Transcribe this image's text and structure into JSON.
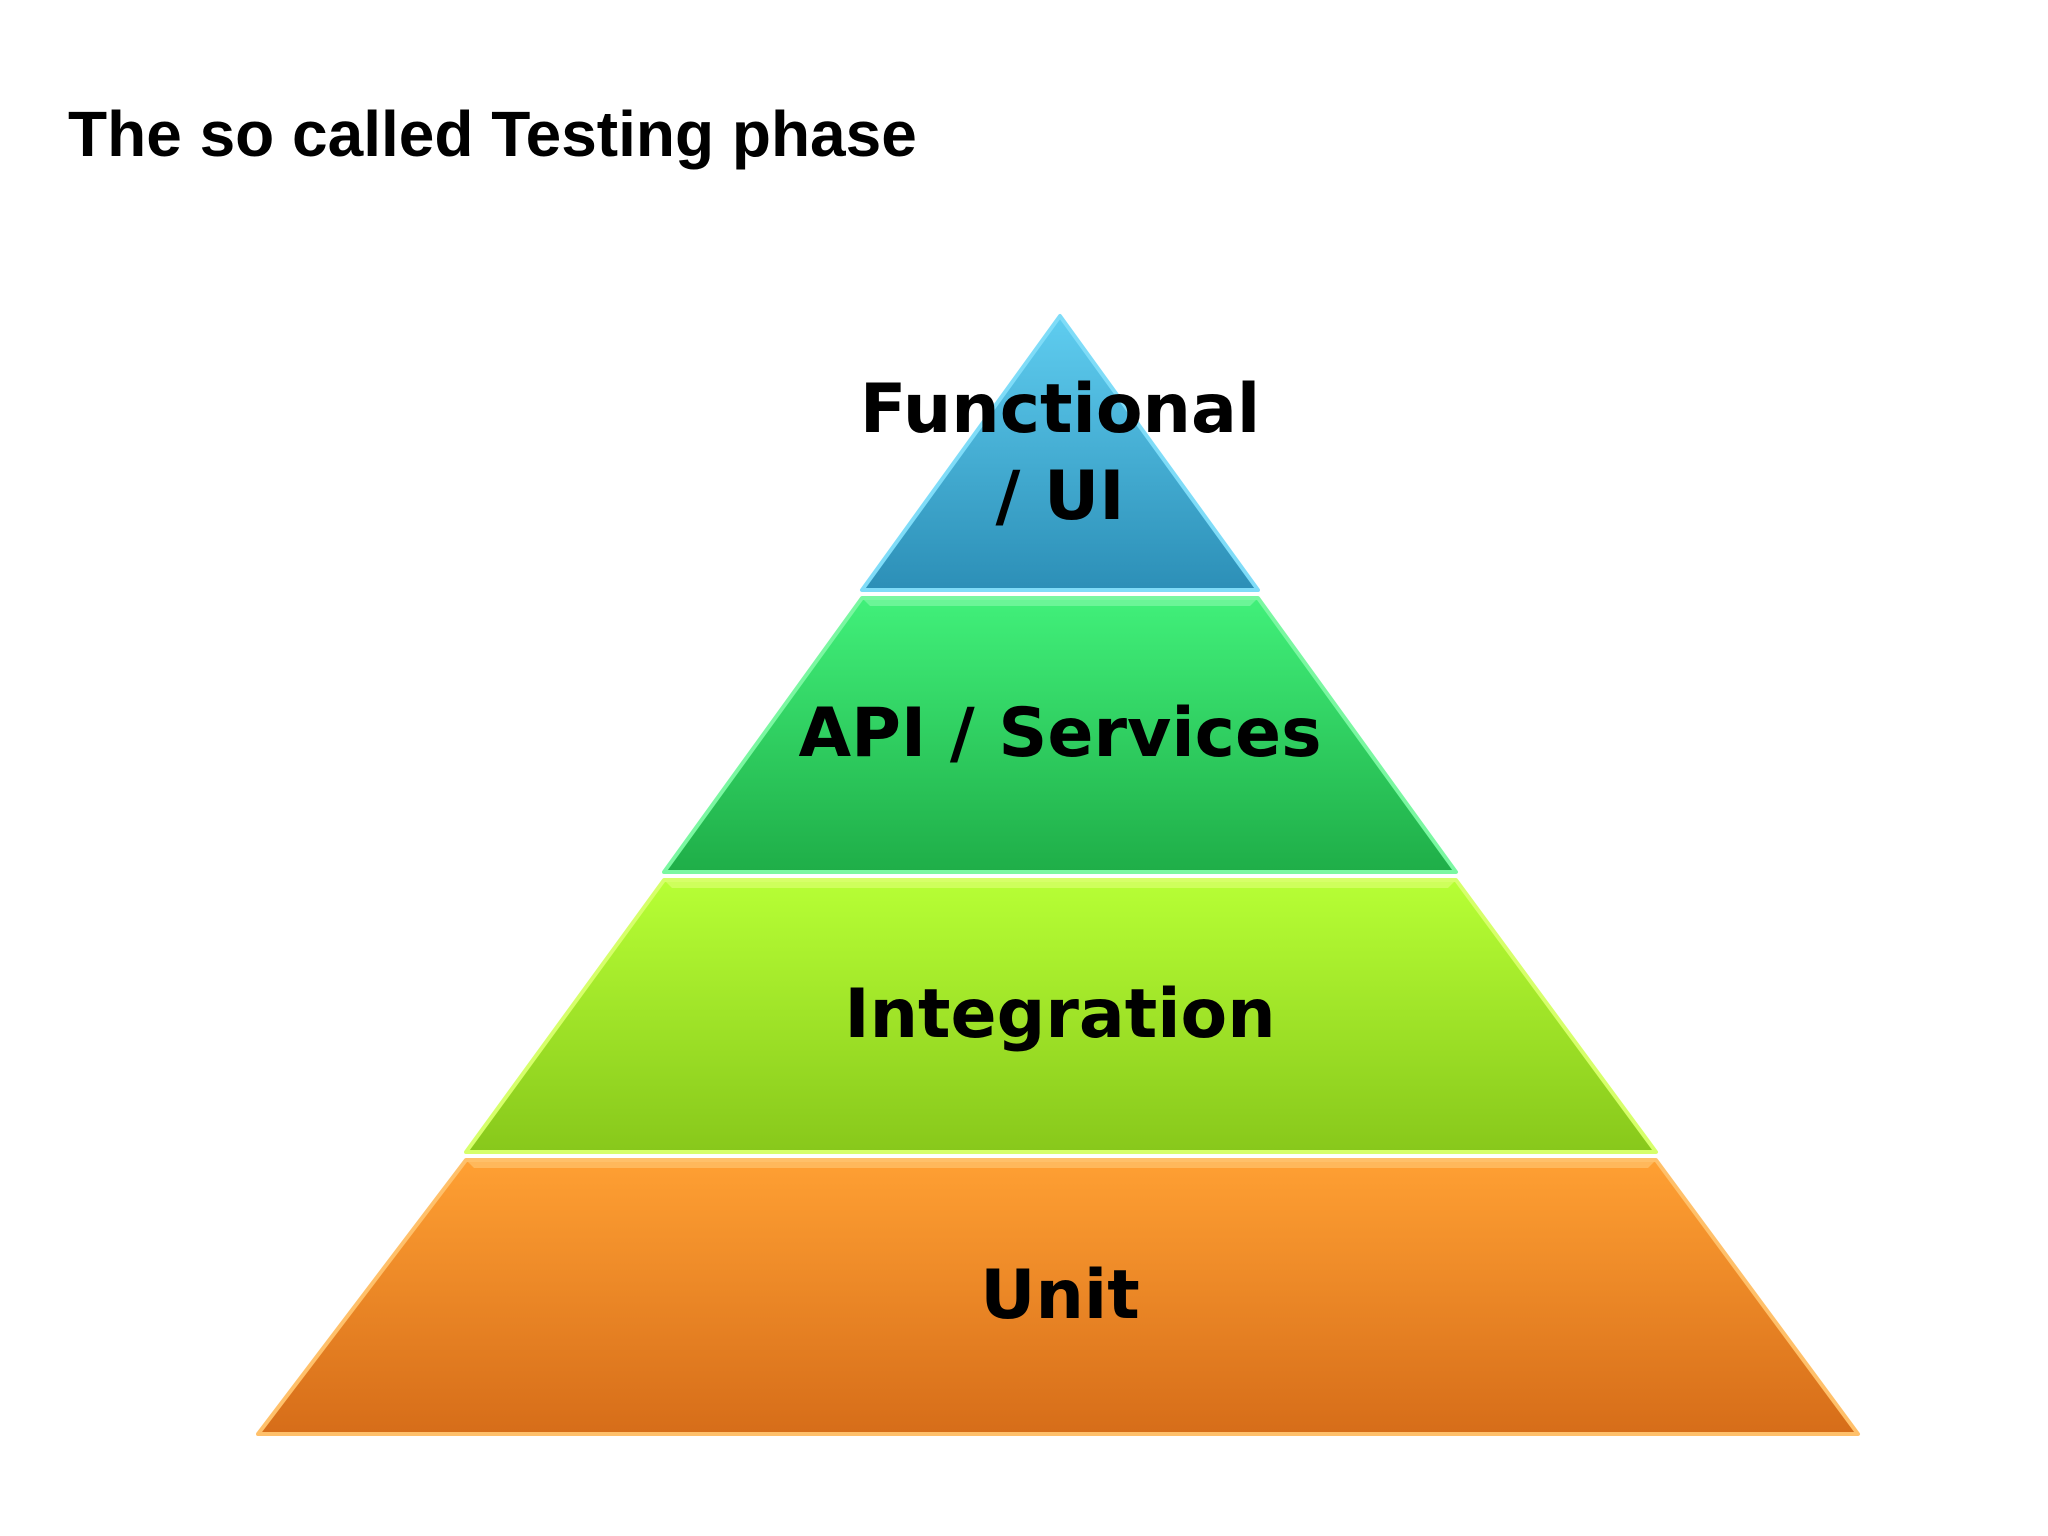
{
  "slide": {
    "title": "The so called Testing phase"
  },
  "pyramid": {
    "layers": [
      {
        "lines": [
          "Functional",
          "/ UI"
        ],
        "colors": {
          "top": "#5fcdf0",
          "bottom": "#2c8fb7",
          "edge": "#7fdcf8"
        }
      },
      {
        "lines": [
          "API / Services"
        ],
        "colors": {
          "top": "#41f07a",
          "bottom": "#1fae48",
          "edge": "#7af7a1"
        }
      },
      {
        "lines": [
          "Integration"
        ],
        "colors": {
          "top": "#b7ff35",
          "bottom": "#88c81b",
          "edge": "#d6ff6a"
        }
      },
      {
        "lines": [
          "Unit"
        ],
        "colors": {
          "top": "#ffa033",
          "bottom": "#d66d19",
          "edge": "#ffc06a"
        }
      }
    ]
  }
}
